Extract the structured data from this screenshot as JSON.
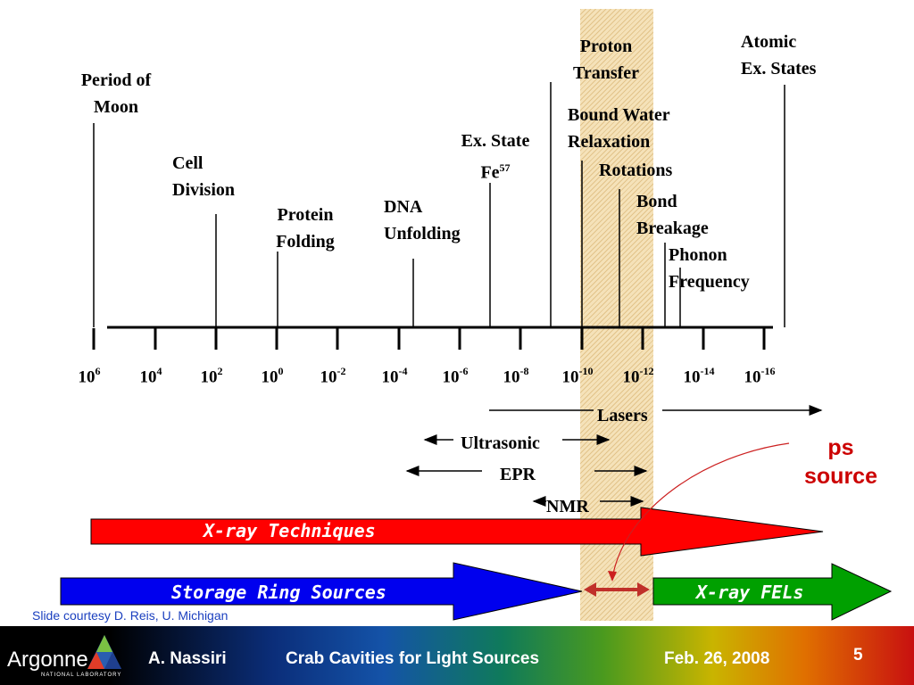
{
  "events": [
    {
      "id": "period-of-moon",
      "label": "Period of\nMoon"
    },
    {
      "id": "cell-division",
      "label": "Cell\nDivision"
    },
    {
      "id": "protein-folding",
      "label": "Protein\nFolding"
    },
    {
      "id": "dna-unfolding",
      "label": "DNA\nUnfolding"
    },
    {
      "id": "ex-state-fe",
      "label": "Ex. State\nFe",
      "sup": "57"
    },
    {
      "id": "proton-transfer",
      "label": "Proton\nTransfer"
    },
    {
      "id": "bound-water",
      "label": "Bound Water\nRelaxation"
    },
    {
      "id": "rotations",
      "label": "Rotations"
    },
    {
      "id": "bond-breakage",
      "label": "Bond\nBreakage"
    },
    {
      "id": "phonon-frequency",
      "label": "Phonon\nFrequency"
    },
    {
      "id": "atomic-ex-states",
      "label": "Atomic\nEx. States"
    }
  ],
  "axis": {
    "ticks": [
      {
        "base": "10",
        "exp": "6"
      },
      {
        "base": "10",
        "exp": "4"
      },
      {
        "base": "10",
        "exp": "2"
      },
      {
        "base": "10",
        "exp": "0"
      },
      {
        "base": "10",
        "exp": "-2"
      },
      {
        "base": "10",
        "exp": "-4"
      },
      {
        "base": "10",
        "exp": "-6"
      },
      {
        "base": "10",
        "exp": "-8"
      },
      {
        "base": "10",
        "exp": "-10"
      },
      {
        "base": "10",
        "exp": "-12"
      },
      {
        "base": "10",
        "exp": "-14"
      },
      {
        "base": "10",
        "exp": "-16"
      }
    ]
  },
  "techniques": {
    "lasers": "Lasers",
    "ultrasonic": "Ultrasonic",
    "epr": "EPR",
    "nmr": "NMR"
  },
  "arrows": {
    "xray_techniques": "X-ray Techniques",
    "storage_ring": "Storage Ring Sources",
    "xray_fels": "X-ray FELs"
  },
  "ps_source": "ps\nsource",
  "credit": "Slide courtesy D. Reis, U. Michigan",
  "footer": {
    "logo": "Argonne",
    "logo_sub": "NATIONAL LABORATORY",
    "author": "A. Nassiri",
    "title": "Crab Cavities for Light Sources",
    "date": "Feb. 26, 2008",
    "page": "5"
  },
  "colors": {
    "xray_arrow": "#ff0000",
    "storage_arrow": "#0000ee",
    "fel_arrow": "#00a000",
    "ps_text": "#cc0000",
    "double_arrow": "#c0302a"
  }
}
